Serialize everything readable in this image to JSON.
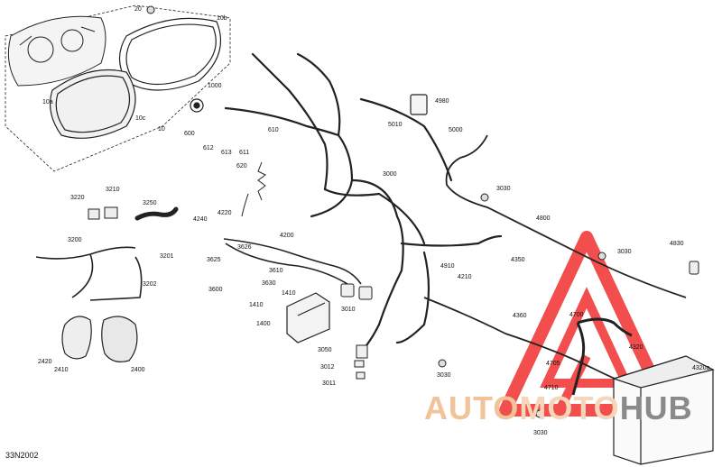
{
  "diagram": {
    "reference_code": "33N2002",
    "part_labels": [
      {
        "id": "lbl-20",
        "text": "20"
      },
      {
        "id": "lbl-10b",
        "text": "10b"
      },
      {
        "id": "lbl-10a",
        "text": "10a"
      },
      {
        "id": "lbl-10c",
        "text": "10c"
      },
      {
        "id": "lbl-10",
        "text": "10"
      },
      {
        "id": "lbl-1000",
        "text": "1000"
      },
      {
        "id": "lbl-600",
        "text": "600"
      },
      {
        "id": "lbl-612",
        "text": "612"
      },
      {
        "id": "lbl-613",
        "text": "613"
      },
      {
        "id": "lbl-611",
        "text": "611"
      },
      {
        "id": "lbl-610",
        "text": "610"
      },
      {
        "id": "lbl-620",
        "text": "620"
      },
      {
        "id": "lbl-4980",
        "text": "4980"
      },
      {
        "id": "lbl-5010",
        "text": "5010"
      },
      {
        "id": "lbl-5000",
        "text": "5000"
      },
      {
        "id": "lbl-3000",
        "text": "3000"
      },
      {
        "id": "lbl-3030a",
        "text": "3030"
      },
      {
        "id": "lbl-3220",
        "text": "3220"
      },
      {
        "id": "lbl-3210",
        "text": "3210"
      },
      {
        "id": "lbl-3250",
        "text": "3250"
      },
      {
        "id": "lbl-4240",
        "text": "4240"
      },
      {
        "id": "lbl-4220",
        "text": "4220"
      },
      {
        "id": "lbl-4200",
        "text": "4200"
      },
      {
        "id": "lbl-4800",
        "text": "4800"
      },
      {
        "id": "lbl-3200",
        "text": "3200"
      },
      {
        "id": "lbl-3201",
        "text": "3201"
      },
      {
        "id": "lbl-3202",
        "text": "3202"
      },
      {
        "id": "lbl-3626",
        "text": "3626"
      },
      {
        "id": "lbl-3625",
        "text": "3625"
      },
      {
        "id": "lbl-3610",
        "text": "3610"
      },
      {
        "id": "lbl-3630",
        "text": "3630"
      },
      {
        "id": "lbl-3600",
        "text": "3600"
      },
      {
        "id": "lbl-1410a",
        "text": "1410"
      },
      {
        "id": "lbl-1410b",
        "text": "1410"
      },
      {
        "id": "lbl-1400",
        "text": "1400"
      },
      {
        "id": "lbl-3010",
        "text": "3010"
      },
      {
        "id": "lbl-4910",
        "text": "4910"
      },
      {
        "id": "lbl-4210",
        "text": "4210"
      },
      {
        "id": "lbl-4350",
        "text": "4350"
      },
      {
        "id": "lbl-4360",
        "text": "4360"
      },
      {
        "id": "lbl-3030b",
        "text": "3030"
      },
      {
        "id": "lbl-4830",
        "text": "4830"
      },
      {
        "id": "lbl-4700",
        "text": "4700"
      },
      {
        "id": "lbl-4320",
        "text": "4320"
      },
      {
        "id": "lbl-4320a",
        "text": "4320a"
      },
      {
        "id": "lbl-4705",
        "text": "4705"
      },
      {
        "id": "lbl-4710",
        "text": "4710"
      },
      {
        "id": "lbl-3050",
        "text": "3050"
      },
      {
        "id": "lbl-3012",
        "text": "3012"
      },
      {
        "id": "lbl-3011",
        "text": "3011"
      },
      {
        "id": "lbl-3030c",
        "text": "3030"
      },
      {
        "id": "lbl-3030d",
        "text": "3030"
      },
      {
        "id": "lbl-2420",
        "text": "2420"
      },
      {
        "id": "lbl-2410",
        "text": "2410"
      },
      {
        "id": "lbl-2400",
        "text": "2400"
      }
    ]
  },
  "watermark": {
    "part1": "AUTO",
    "part2": "MOTO",
    "part3": "HUB",
    "color_auto": "#f2c299",
    "color_moto": "#f6d5b8",
    "color_hub": "#8a8a8a",
    "logo_color": "#f03030"
  }
}
